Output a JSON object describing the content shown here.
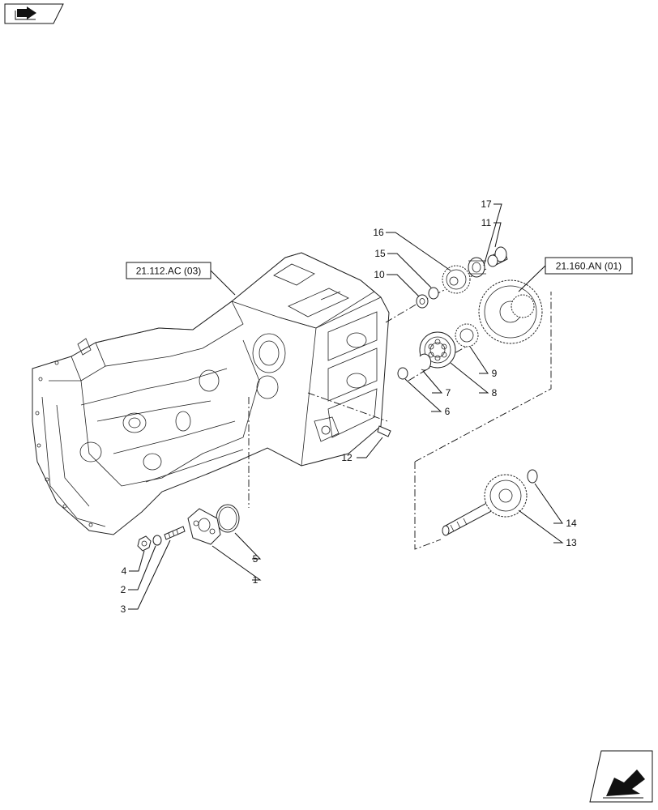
{
  "nav": {
    "top_icon": "book-arrow-icon",
    "bottom_icon": "next-page-arrow-icon"
  },
  "references": {
    "ref1": "21.112.AC (03)",
    "ref2": "21.160.AN (01)"
  },
  "callouts": [
    "1",
    "2",
    "3",
    "4",
    "5",
    "6",
    "7",
    "8",
    "9",
    "10",
    "11",
    "12",
    "13",
    "14",
    "15",
    "16",
    "17"
  ]
}
